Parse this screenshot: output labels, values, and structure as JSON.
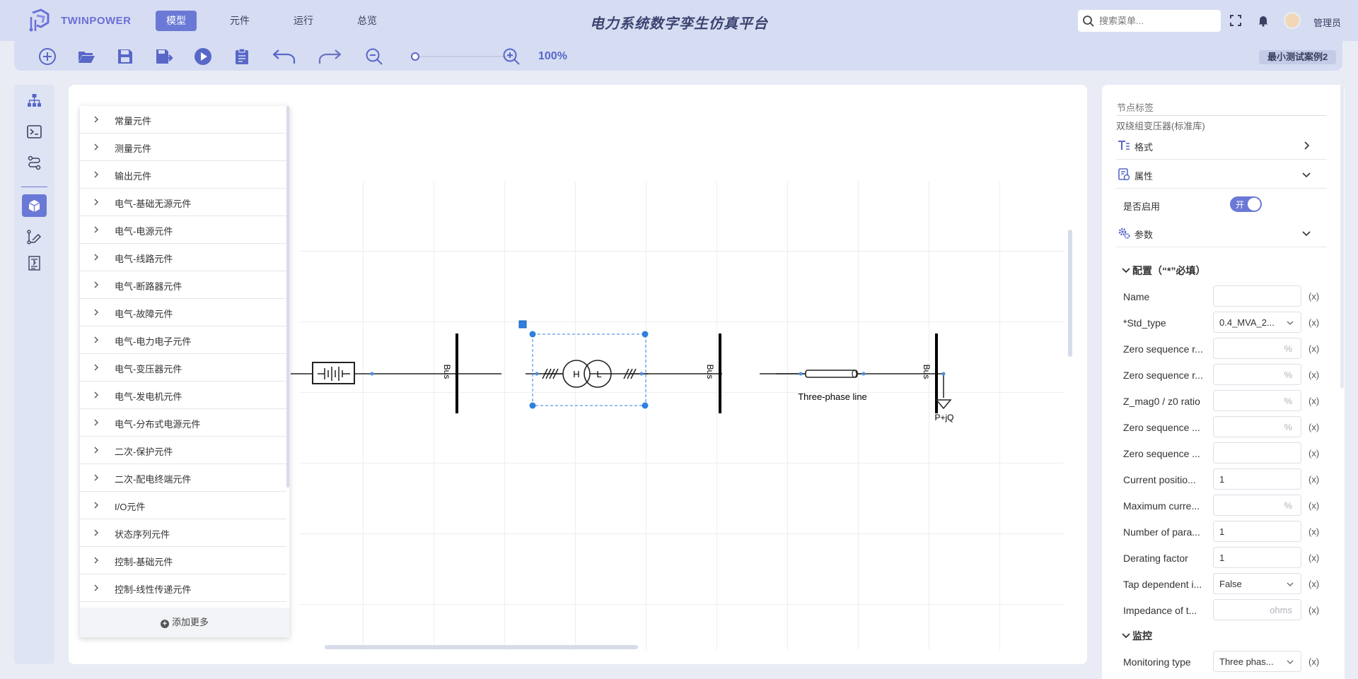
{
  "header": {
    "logo_text": "TWINPOWER",
    "nav": [
      "模型",
      "元件",
      "运行",
      "总览"
    ],
    "title": "电力系统数字孪生仿真平台",
    "search_placeholder": "搜索菜单...",
    "user_name": "管理员"
  },
  "toolbar": {
    "icons": [
      "add-icon",
      "open-folder-icon",
      "save-icon",
      "save-as-icon",
      "run-icon",
      "clipboard-icon",
      "undo-icon",
      "redo-icon",
      "zoom-out-icon",
      "zoom-in-icon"
    ],
    "zoom_level": "100%",
    "zoom_fraction": 0.0,
    "case_name": "最小测试案例2"
  },
  "palette": {
    "items": [
      "常量元件",
      "测量元件",
      "输出元件",
      "电气-基础无源元件",
      "电气-电源元件",
      "电气-线路元件",
      "电气-断路器元件",
      "电气-故障元件",
      "电气-电力电子元件",
      "电气-变压器元件",
      "电气-发电机元件",
      "电气-分布式电源元件",
      "二次-保护元件",
      "二次-配电终端元件",
      "I/O元件",
      "状态序列元件",
      "控制-基础元件",
      "控制-线性传递元件"
    ],
    "add_more": "添加更多"
  },
  "diagram": {
    "bus_label": "Bus",
    "xfmr_h": "H",
    "xfmr_l": "L",
    "line_label": "Three-phase line",
    "load_label": "P+jQ"
  },
  "properties": {
    "node_label_placeholder": "节点标签",
    "node_type": "双绕组变压器(标准库)",
    "format_label": "格式",
    "attributes_label": "属性",
    "enabled_label": "是否启用",
    "enabled_value": "开",
    "params_label": "参数",
    "config_title": "配置（“*”必填）",
    "monitor_title": "监控",
    "x_label": "(x)",
    "rows": [
      {
        "label": "Name",
        "value": "",
        "unit": ""
      },
      {
        "label": "*Std_type",
        "value": "0.4_MVA_2...",
        "unit": "",
        "dropdown": true
      },
      {
        "label": "Zero sequence r...",
        "value": "",
        "unit": "%"
      },
      {
        "label": "Zero sequence r...",
        "value": "",
        "unit": "%"
      },
      {
        "label": "Z_mag0 / z0 ratio",
        "value": "",
        "unit": "%"
      },
      {
        "label": "Zero sequence ...",
        "value": "",
        "unit": "%"
      },
      {
        "label": "Zero sequence ...",
        "value": "",
        "unit": ""
      },
      {
        "label": "Current positio...",
        "value": "1",
        "unit": ""
      },
      {
        "label": "Maximum curre...",
        "value": "",
        "unit": "%"
      },
      {
        "label": "Number of para...",
        "value": "1",
        "unit": ""
      },
      {
        "label": "Derating factor",
        "value": "1",
        "unit": ""
      },
      {
        "label": "Tap dependent i...",
        "value": "False",
        "unit": "",
        "dropdown": true
      },
      {
        "label": "Impedance of t...",
        "value": "",
        "unit": "ohms"
      }
    ],
    "monitor_row": {
      "label": "Monitoring type",
      "value": "Three phas...",
      "dropdown": true
    }
  },
  "colors": {
    "accent": "#6a79d6",
    "header_bg": "#d6ddf2",
    "selection": "#2f7fe0"
  }
}
